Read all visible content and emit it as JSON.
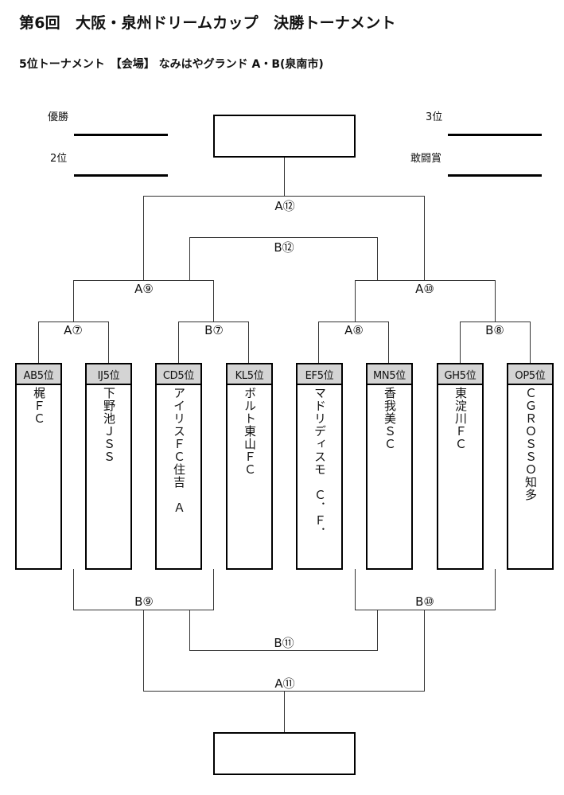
{
  "header": {
    "title": "第6回　大阪・泉州ドリームカップ　決勝トーナメント",
    "subtitle": "5位トーナメント　【会場】 なみはやグランド A・B(泉南市)"
  },
  "results": {
    "first_label": "優勝",
    "second_label": "2位",
    "third_label": "3位",
    "fighting_spirit_label": "敢闘賞"
  },
  "matches": {
    "a7": "A⑦",
    "b7": "B⑦",
    "a8": "A⑧",
    "b8": "B⑧",
    "a9": "A⑨",
    "a10": "A⑩",
    "b12": "B⑫",
    "a12": "A⑫",
    "b9": "B⑨",
    "b10": "B⑩",
    "b11": "B⑪",
    "a11": "A⑪"
  },
  "teams": [
    {
      "slot": "AB5位",
      "name": "梶ＦＣ"
    },
    {
      "slot": "IJ5位",
      "name": "下野池ＪＳＳ"
    },
    {
      "slot": "CD5位",
      "name": "アイリスＦＣ住吉　Ａ"
    },
    {
      "slot": "KL5位",
      "name": "ボルト東山ＦＣ"
    },
    {
      "slot": "EF5位",
      "name": "マドリディスモ　Ｃ．Ｆ．"
    },
    {
      "slot": "MN5位",
      "name": "香我美ＳＣ"
    },
    {
      "slot": "GH5位",
      "name": "東淀川ＦＣ"
    },
    {
      "slot": "OP5位",
      "name": "ＣＧＲＯＳＳＯ知多"
    }
  ]
}
